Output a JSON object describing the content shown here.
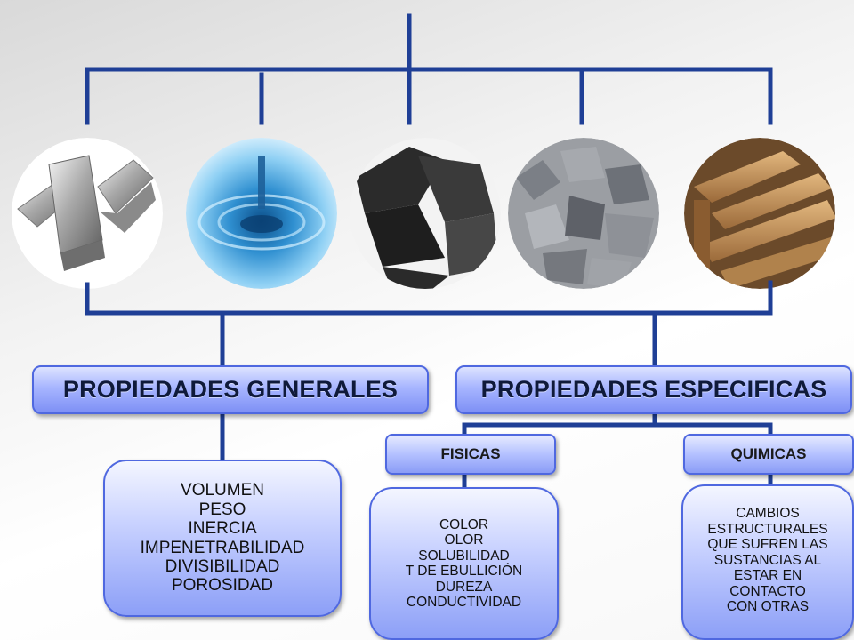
{
  "colors": {
    "connector": "#1f3f96",
    "box_border": "#4f68e0",
    "box_fill": "#9aaaff"
  },
  "materials": [
    {
      "icon": "metal-bars-image"
    },
    {
      "icon": "water-drop-image"
    },
    {
      "icon": "charcoal-image"
    },
    {
      "icon": "gravel-stones-image"
    },
    {
      "icon": "wood-planks-image"
    }
  ],
  "general": {
    "title": "PROPIEDADES GENERALES",
    "items": [
      "VOLUMEN",
      "PESO",
      "INERCIA",
      "IMPENETRABILIDAD",
      "DIVISIBILIDAD",
      "POROSIDAD"
    ]
  },
  "specific": {
    "title": "PROPIEDADES ESPECIFICAS",
    "fisicas": {
      "title": "FISICAS",
      "items": [
        "COLOR",
        "OLOR",
        "SOLUBILIDAD",
        "T DE EBULLICIÓN",
        "DUREZA",
        "CONDUCTIVIDAD"
      ]
    },
    "quimicas": {
      "title": "QUIMICAS",
      "items": [
        "CAMBIOS",
        "ESTRUCTURALES",
        "QUE SUFREN LAS",
        "SUSTANCIAS AL",
        "ESTAR EN",
        "CONTACTO",
        "CON OTRAS"
      ]
    }
  }
}
